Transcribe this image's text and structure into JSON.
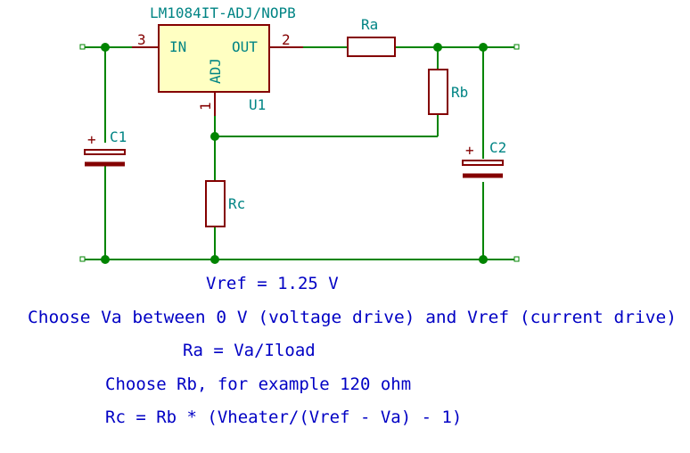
{
  "regulator": {
    "part": "LM1084IT-ADJ/NOPB",
    "ref": "U1",
    "pin_in_label": "IN",
    "pin_out_label": "OUT",
    "pin_adj_label": "ADJ",
    "pin_in_num": "3",
    "pin_out_num": "2",
    "pin_adj_num": "1"
  },
  "resistors": {
    "ra": "Ra",
    "rb": "Rb",
    "rc": "Rc"
  },
  "capacitors": {
    "c1": "C1",
    "c2": "C2",
    "polarity": "+"
  },
  "notes": [
    "Vref = 1.25 V",
    "Choose Va between 0 V (voltage drive) and Vref (current drive)",
    "Ra = Va/Iload",
    "Choose Rb, for example 120 ohm",
    "Rc = Rb * (Vheater/(Vref - Va) - 1)"
  ],
  "colors": {
    "wire": "#008400",
    "component": "#840000",
    "label": "#008484",
    "note": "#0000c4",
    "body_fill": "#ffffc2"
  }
}
